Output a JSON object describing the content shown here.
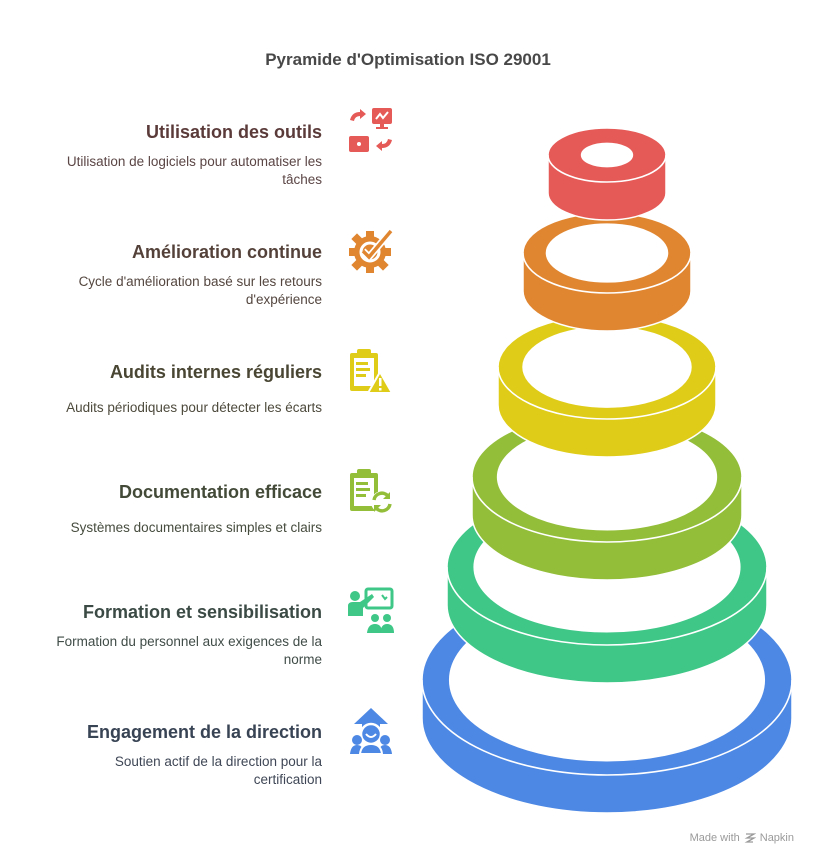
{
  "title": "Pyramide d'Optimisation ISO 29001",
  "levels": [
    {
      "title": "Utilisation des outils",
      "description_lines": [
        "Utilisation de logiciels pour automatiser les",
        "tâches"
      ],
      "icon": "automation-tools-icon",
      "color": "#e55a57",
      "title_color": "#5b3a3a",
      "desc_color": "#5b4545"
    },
    {
      "title": "Amélioration continue",
      "description_lines": [
        "Cycle d'amélioration basé sur les retours",
        "d'expérience"
      ],
      "icon": "gear-check-icon",
      "color": "#e08631",
      "title_color": "#54423a",
      "desc_color": "#54463f"
    },
    {
      "title": "Audits internes réguliers",
      "description_lines": [
        "Audits périodiques pour détecter les écarts"
      ],
      "icon": "clipboard-warning-icon",
      "color": "#dfcc18",
      "title_color": "#4a4634",
      "desc_color": "#4d4a3c"
    },
    {
      "title": "Documentation efficace",
      "description_lines": [
        "Systèmes documentaires simples et clairs"
      ],
      "icon": "clipboard-refresh-icon",
      "color": "#93be3a",
      "title_color": "#434a38",
      "desc_color": "#464c3e"
    },
    {
      "title": "Formation et sensibilisation",
      "description_lines": [
        "Formation du personnel aux exigences de la",
        "norme"
      ],
      "icon": "presentation-training-icon",
      "color": "#3ec787",
      "title_color": "#3b4a44",
      "desc_color": "#404c47"
    },
    {
      "title": "Engagement de la direction",
      "description_lines": [
        "Soutien actif de la direction pour la",
        "certification"
      ],
      "icon": "leadership-arrow-icon",
      "color": "#4d88e4",
      "title_color": "#384354",
      "desc_color": "#3f4756"
    }
  ],
  "footer": {
    "label": "Made with",
    "brand": "Napkin",
    "icon": "napkin-logo-icon"
  }
}
